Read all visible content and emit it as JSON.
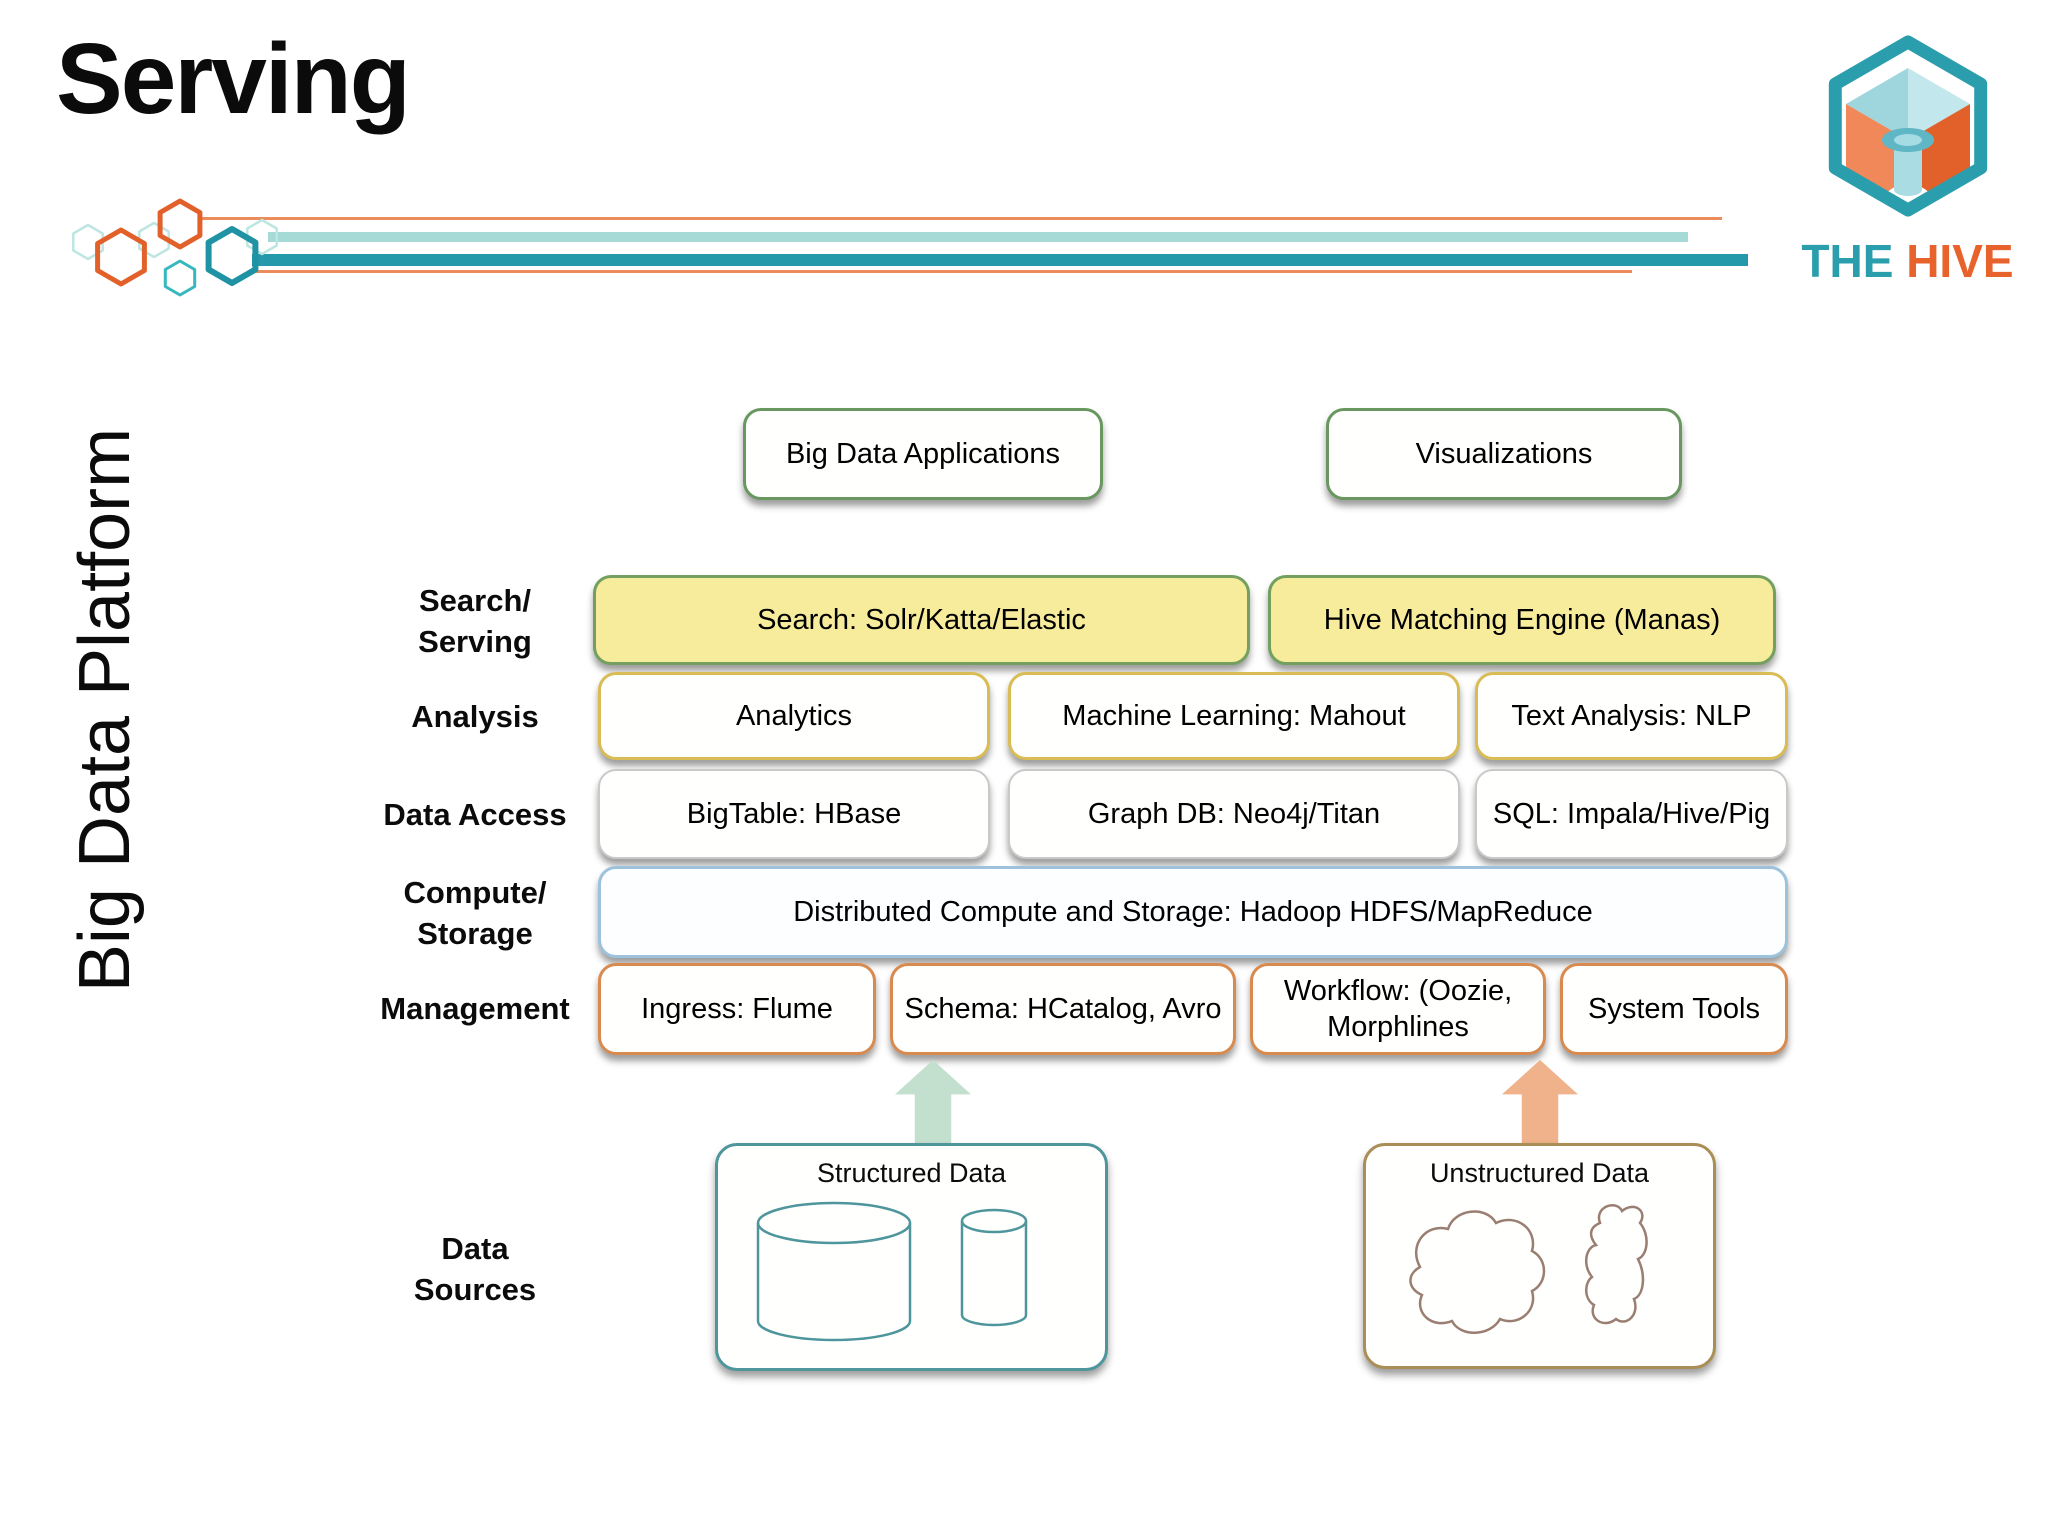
{
  "slide": {
    "title": "Serving",
    "side_label": "Big Data Platform"
  },
  "brand": {
    "the": "THE",
    "hive": "HIVE"
  },
  "colors": {
    "teal": "#2b9ead",
    "teal_light": "#a6dad6",
    "orange": "#e8622c",
    "orange_light": "#ec8c5b",
    "box_yellow_fill": "#f7ec9c",
    "border_green": "#68975f",
    "border_gold": "#d9bc55",
    "border_gray": "#c9c9c9",
    "border_blue": "#9dc3dc",
    "border_orange": "#d98a4e",
    "border_teal": "#4e959c",
    "border_tan": "#a98e55",
    "arrow_teal": "#c3dfce",
    "arrow_orange": "#efb28a"
  },
  "diagram": {
    "apps": [
      "Big Data Applications",
      "Visualizations"
    ],
    "search": {
      "label1": "Search/",
      "label2": "Serving",
      "boxes": [
        "Search: Solr/Katta/Elastic",
        "Hive Matching Engine (Manas)"
      ]
    },
    "analysis": {
      "label": "Analysis",
      "boxes": [
        "Analytics",
        "Machine Learning: Mahout",
        "Text Analysis: NLP"
      ]
    },
    "data_access": {
      "label": "Data Access",
      "boxes": [
        "BigTable: HBase",
        "Graph DB: Neo4j/Titan",
        "SQL: Impala/Hive/Pig"
      ]
    },
    "compute": {
      "label1": "Compute/",
      "label2": "Storage",
      "boxes": [
        "Distributed Compute and Storage: Hadoop HDFS/MapReduce"
      ]
    },
    "management": {
      "label": "Management",
      "boxes": [
        "Ingress: Flume",
        "Schema: HCatalog, Avro",
        "Workflow: (Oozie, Morphlines",
        "System Tools"
      ]
    },
    "sources": {
      "label1": "Data",
      "label2": "Sources",
      "structured_title": "Structured Data",
      "unstructured_title": "Unstructured Data"
    }
  }
}
